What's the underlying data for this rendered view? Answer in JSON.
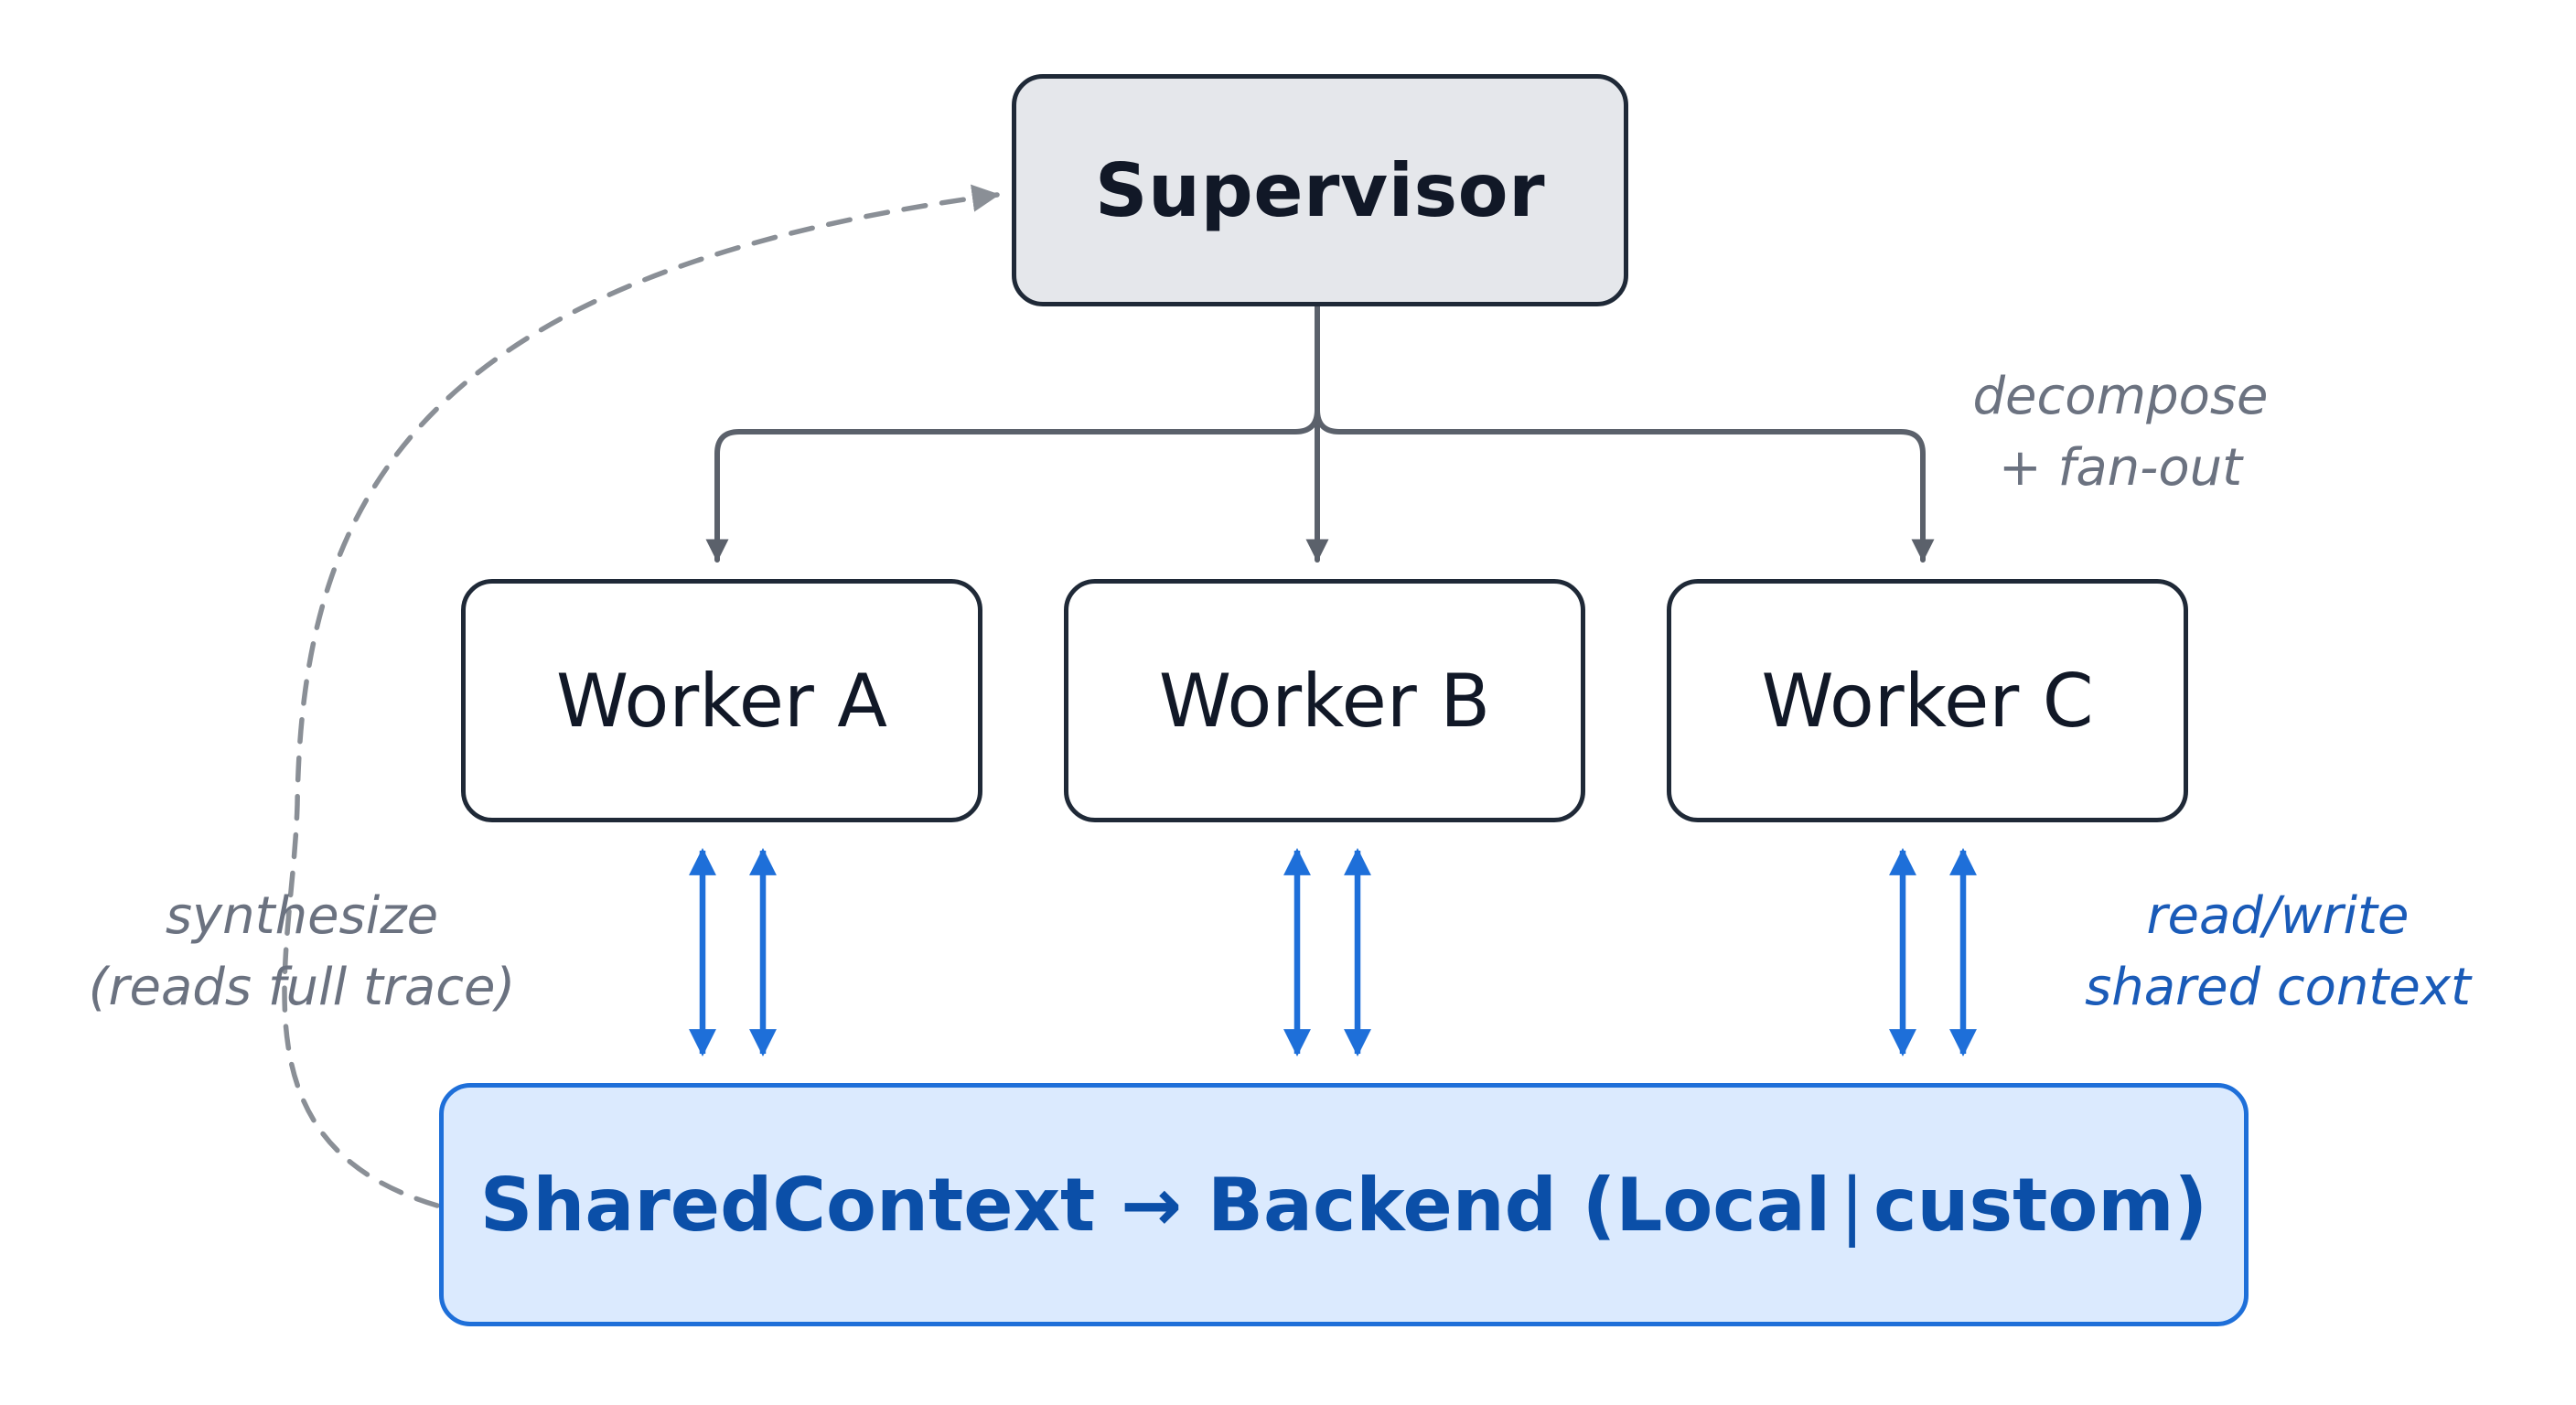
{
  "supervisor": {
    "label": "Supervisor"
  },
  "workers": [
    {
      "label": "Worker A"
    },
    {
      "label": "Worker B"
    },
    {
      "label": "Worker C"
    }
  ],
  "shared_context": {
    "lead": "SharedContext → Backend (Local",
    "separator": "|",
    "tail": "custom)"
  },
  "annotations": {
    "fanout": {
      "line1": "decompose",
      "line2": "+ fan-out"
    },
    "synthesize": {
      "line1": "synthesize",
      "line2": "(reads full trace)"
    },
    "read_write": {
      "line1": "read/write",
      "line2": "shared context"
    }
  },
  "colors": {
    "node_border": "#1f2937",
    "supervisor_fill": "#e5e7eb",
    "connector": "#5b616b",
    "feedback_dashed": "#8a8f96",
    "shared_fill": "#dbeafe",
    "shared_border": "#1e6fd9",
    "shared_text": "#0b4fa8",
    "io_arrow": "#1e6fd9",
    "read_write_text": "#1a5bb8",
    "note_text": "#6b7280"
  }
}
